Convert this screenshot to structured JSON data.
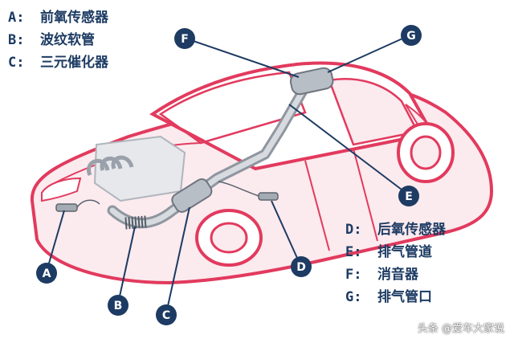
{
  "colors": {
    "car_outline": "#e23a5e",
    "car_fill": "#fbeaee",
    "exhaust": "#c8ccd2",
    "label_circle": "#1d3b63",
    "label_text": "#ffffff",
    "legend_text": "#1d3b63"
  },
  "legend_top": [
    {
      "key": "A:",
      "label": "前氧传感器"
    },
    {
      "key": "B:",
      "label": "波纹软管"
    },
    {
      "key": "C:",
      "label": "三元催化器"
    }
  ],
  "legend_bottom": [
    {
      "key": "D:",
      "label": "后氧传感器"
    },
    {
      "key": "E:",
      "label": "排气管道"
    },
    {
      "key": "F:",
      "label": "消音器"
    },
    {
      "key": "G:",
      "label": "排气管口"
    }
  ],
  "markers": {
    "a": "A",
    "b": "B",
    "c": "C",
    "d": "D",
    "e": "E",
    "f": "F",
    "g": "G"
  },
  "watermark": "头条 @爱车大家说"
}
